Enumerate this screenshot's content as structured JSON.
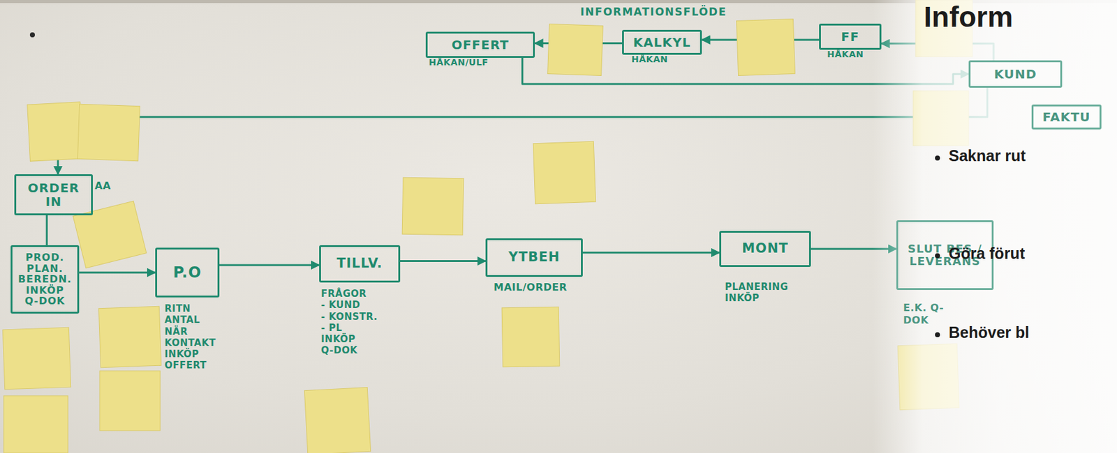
{
  "diagram": {
    "title": "INFORMATIONSFLÖDE",
    "nodes": [
      {
        "text": [
          "OFFERT",
          "HÅKAN/ULF"
        ]
      },
      {
        "text": [
          "KALKYL",
          "HÅKAN"
        ]
      },
      {
        "text": [
          "FF",
          "HÅKAN"
        ]
      },
      {
        "text": [
          "KUND"
        ]
      },
      {
        "text": [
          "FAKTU"
        ]
      },
      {
        "text": [
          "ORDER IN",
          "AA"
        ]
      },
      {
        "text": [
          "PROD.",
          "PLAN.",
          "BEREDN.",
          "INKÖP",
          "Q-DOK"
        ]
      },
      {
        "text": [
          "P.O",
          "RITN",
          "ANTAL",
          "NÄR",
          "KONTAKT",
          "INKÖP",
          "OFFERT"
        ]
      },
      {
        "text": [
          "TILLV.",
          "FRÅGOR",
          "- KUND",
          "- KONSTR.",
          "- PL",
          "INKÖP",
          "Q-DOK"
        ]
      },
      {
        "text": [
          "YTBEH",
          "MAIL/ORDER"
        ]
      },
      {
        "text": [
          "MONT",
          "PLANERING INKÖP"
        ]
      },
      {
        "text": [
          "SLUT BES./ LEVERANS",
          "E.K. Q-DOK"
        ]
      }
    ],
    "edges": [
      {
        "from": 1,
        "to": 0,
        "arrow": "to"
      },
      {
        "from": 2,
        "to": 1,
        "arrow": "to"
      },
      {
        "from": 3,
        "to": 2,
        "arrow": "to"
      },
      {
        "from": 0,
        "to": 3,
        "arrow": "to"
      },
      {
        "from": 3,
        "to": 5,
        "arrow": "to"
      },
      {
        "from": 5,
        "to": 6,
        "arrow": "none"
      },
      {
        "from": 6,
        "to": 7,
        "arrow": "to"
      },
      {
        "from": 7,
        "to": 8,
        "arrow": "to"
      },
      {
        "from": 8,
        "to": 9,
        "arrow": "to"
      },
      {
        "from": 9,
        "to": 10,
        "arrow": "to"
      },
      {
        "from": 10,
        "to": 11,
        "arrow": "to"
      }
    ],
    "labels": [
      "Inform",
      "Saknar rut",
      "Göra förut",
      "Behöver bl"
    ]
  }
}
